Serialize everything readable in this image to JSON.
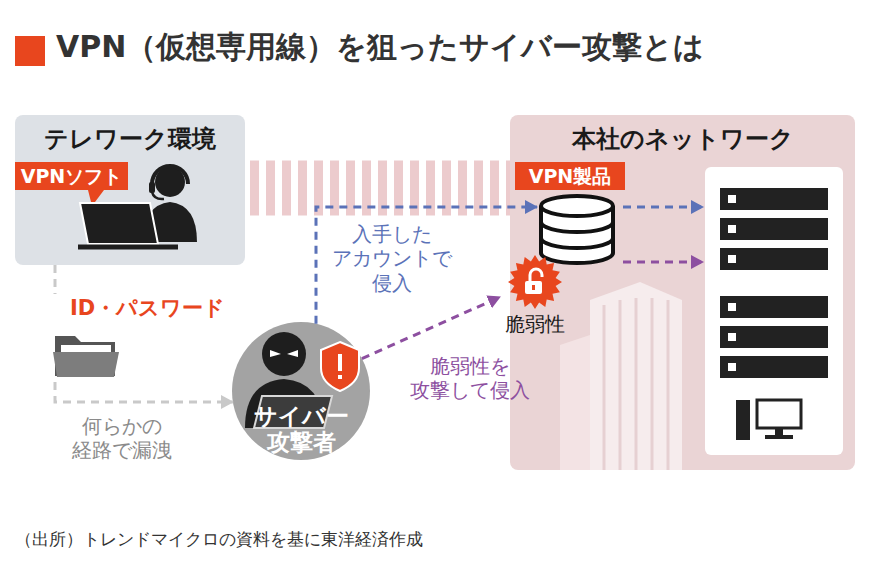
{
  "diagram": {
    "title": "VPN（仮想専用線）を狙ったサイバー攻撃とは",
    "caption": "（出所）トレンドマイクロの資料を基に東洋経済作成",
    "nodes": [
      {
        "text": [
          "テレワーク環境"
        ]
      },
      {
        "text": [
          "VPNソフト"
        ],
        "in": 0
      },
      {
        "text": [
          "本社のネットワーク"
        ]
      },
      {
        "text": [
          "VPN製品"
        ],
        "in": 2
      },
      {
        "text": [
          "脆弱性"
        ],
        "in": 2
      },
      {
        "text": [
          "ID・パスワード"
        ]
      },
      {
        "text": [
          "サイバー 攻撃者"
        ]
      }
    ],
    "edges": [
      {
        "from": 0,
        "to": 3,
        "arrow": "none"
      },
      {
        "from": 0,
        "to": 5,
        "arrow": "none"
      },
      {
        "from": 5,
        "to": 6,
        "arrow": "to",
        "label": "何らかの 経路で漏洩"
      },
      {
        "from": 6,
        "to": 3,
        "arrow": "to",
        "label": "入手した アカウントで 侵入"
      },
      {
        "from": 6,
        "to": 4,
        "arrow": "to",
        "label": "脆弱性を 攻撃して侵入"
      }
    ]
  }
}
